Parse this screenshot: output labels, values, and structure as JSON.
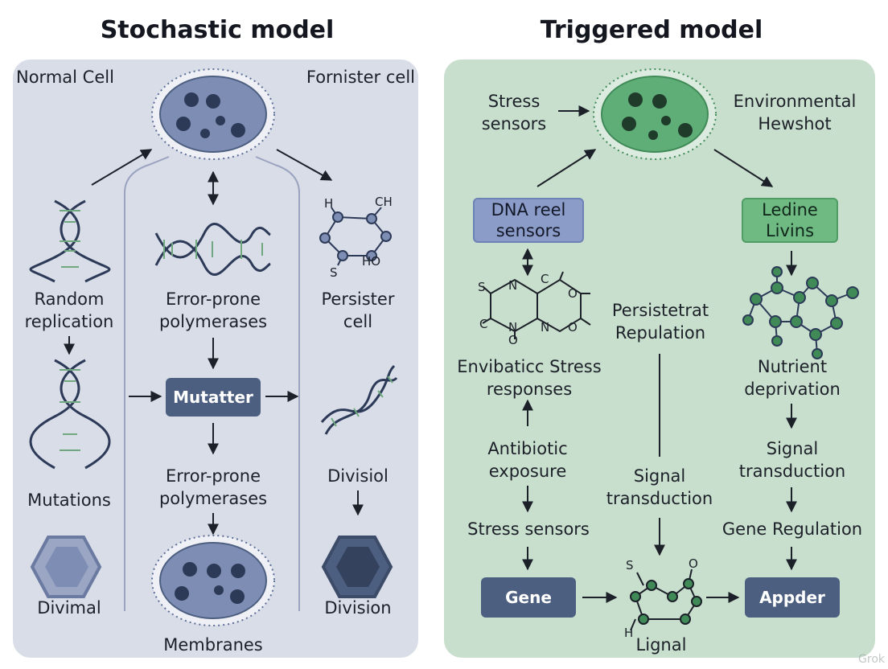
{
  "titles": {
    "left": "Stochastic model",
    "right": "Triggered model"
  },
  "left": {
    "normal_cell": "Normal Cell",
    "fornister_cell": "Fornister cell",
    "random_replication": "Random\nreplication",
    "error_prone_1": "Error-prone\npolymerases",
    "persister_cell": "Persister\ncell",
    "mutatter": "Mutatter",
    "error_prone_2": "Error-prone\npolymerases",
    "mutations": "Mutations",
    "divisiol": "Divisiol",
    "divimal": "Divimal",
    "division": "Division",
    "membranes": "Membranes",
    "mol_h": "H",
    "mol_ch": "CH",
    "mol_s": "S",
    "mol_ho": "HO"
  },
  "right": {
    "stress_sensors_top": "Stress\nsensors",
    "environmental": "Environmental\nHewshot",
    "dna_reel": "DNA reel\nsensors",
    "ledine": "Ledine\nLivins",
    "persistetrat": "Persistetrat\nRepulation",
    "envibaticc": "Envibaticc Stress\nresponses",
    "nutrient": "Nutrient\ndeprivation",
    "antibiotic": "Antibiotic\nexposure",
    "signal_mid": "Signal\ntransduction",
    "signal_right": "Signal\ntransduction",
    "stress_sensors_bottom": "Stress sensors",
    "gene_regulation": "Gene Regulation",
    "gene": "Gene",
    "appder": "Appder",
    "lignal": "Lignal",
    "mol_s": "S",
    "mol_n1": "N",
    "mol_n2": "N",
    "mol_n3": "N",
    "mol_c1": "C",
    "mol_c2": "C",
    "mol_o1": "O",
    "mol_o2": "O",
    "mol_o3": "O",
    "mol2_s": "S",
    "mol2_o": "O",
    "mol2_h": "H"
  },
  "colors": {
    "left_panel": "#d9dde8",
    "right_panel": "#c9dfcd",
    "dark_box": "#4d5f80",
    "blue_box": "#8a9cc7",
    "green_box": "#6fba83",
    "cell_blue": "#7d8db3",
    "cell_green": "#5fae78"
  },
  "watermark": "Grok"
}
